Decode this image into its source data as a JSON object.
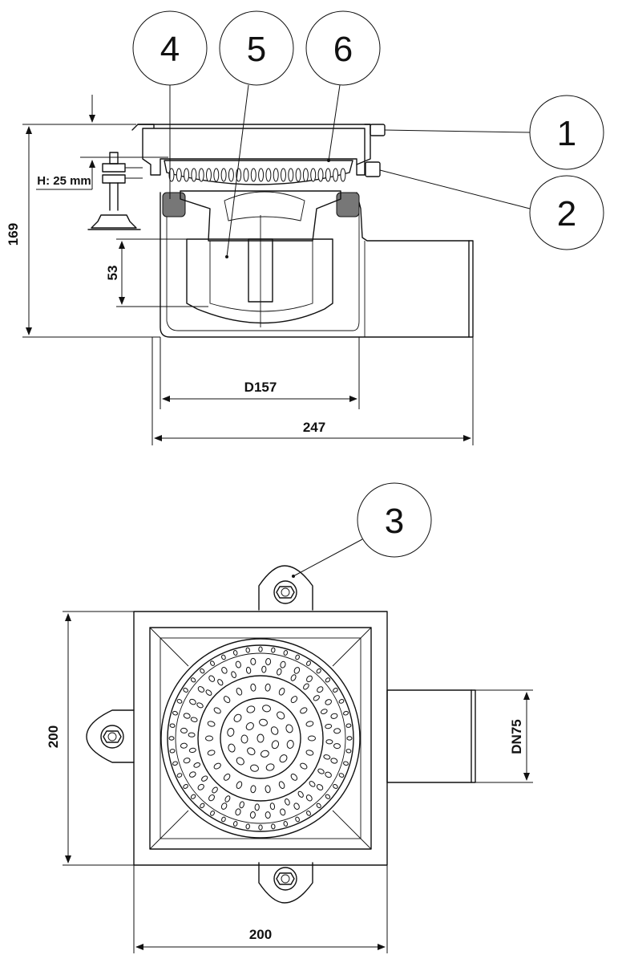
{
  "callouts": {
    "c1": "1",
    "c2": "2",
    "c3": "3",
    "c4": "4",
    "c5": "5",
    "c6": "6"
  },
  "dimensions": {
    "height_total": "169",
    "height_adjust": "H: 25 mm",
    "depth_trap": "53",
    "diameter": "D157",
    "length_total": "247",
    "width_square": "200",
    "height_square": "200",
    "outlet": "DN75"
  }
}
